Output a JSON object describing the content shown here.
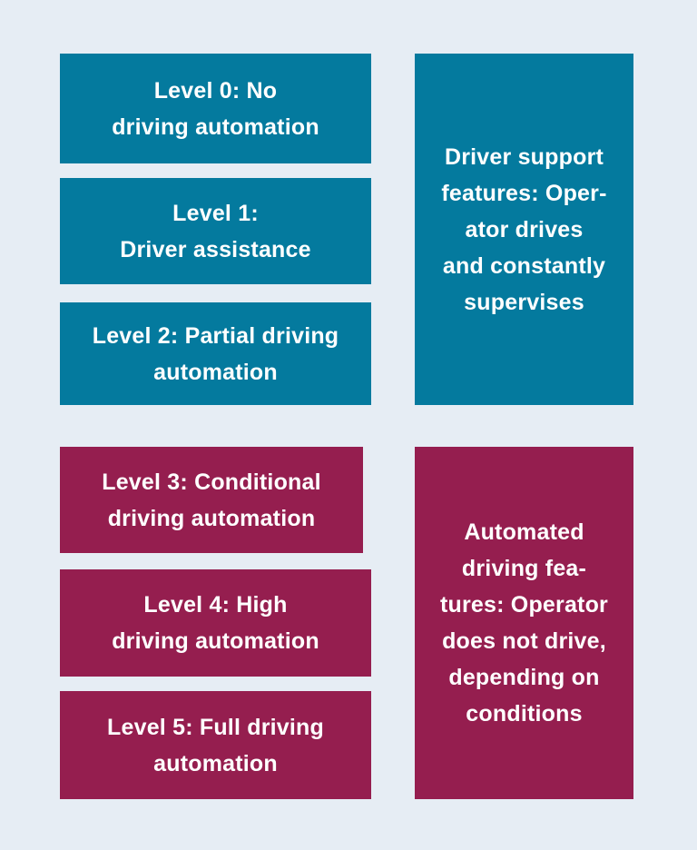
{
  "colors": {
    "background": "#e6edf4",
    "support": "#047a9e",
    "automated": "#951e4f",
    "text": "#ffffff"
  },
  "support_group": {
    "levels": [
      "Level 0: No\ndriving automation",
      "Level 1:\nDriver assistance",
      "Level 2: Partial driving\nautomation"
    ],
    "summary": "Driver support\nfeatures: Oper-\nator drives\nand constantly\nsupervises"
  },
  "automated_group": {
    "levels": [
      "Level 3: Conditional\ndriving automation",
      "Level 4: High\ndriving automation",
      "Level 5: Full driving\nautomation"
    ],
    "summary": "Automated\ndriving fea-\ntures: Operator\ndoes not drive,\ndepending on\nconditions"
  }
}
